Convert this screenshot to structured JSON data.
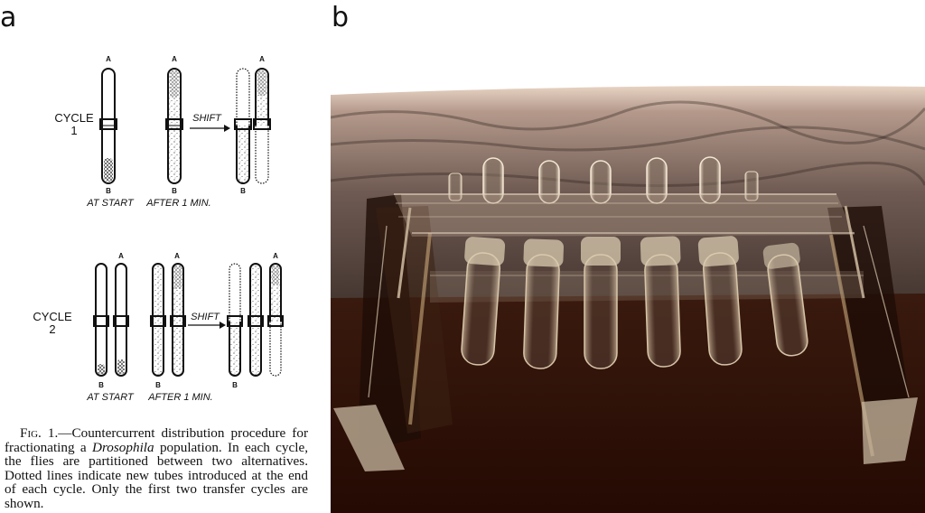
{
  "panels": {
    "a": {
      "label": "a",
      "cycles": [
        {
          "title_line1": "CYCLE",
          "title_line2": "1",
          "top_label": "A",
          "bottom_label": "B",
          "at_start_label": "AT START",
          "after_label": "AFTER 1 MIN.",
          "shift_label": "SHIFT"
        },
        {
          "title_line1": "CYCLE",
          "title_line2": "2",
          "top_label": "A",
          "bottom_label": "B",
          "at_start_label": "AT START",
          "after_label": "AFTER 1 MIN.",
          "shift_label": "SHIFT"
        }
      ],
      "caption": {
        "fig_label": "Fig. 1.",
        "text_before_italic": "—Countercurrent distribution procedure for fractionating a ",
        "italic": "Drosophila",
        "text_after_italic": " population. In each cycle, the flies are partitioned between two alternatives. Dotted lines indicate new tubes introduced at the end of each cycle. Only the first two transfer cycles are shown."
      }
    },
    "b": {
      "label": "b",
      "photo_description": "Acrylic countercurrent apparatus holding two rows of clear tubes on dark cloth",
      "colors": {
        "cloth_top": "#b59a8c",
        "cloth_mid": "#4a3a34",
        "cloth_dark": "#2a1d19",
        "table": "#2a0e05",
        "acrylic": "#d8c8b0"
      }
    }
  }
}
